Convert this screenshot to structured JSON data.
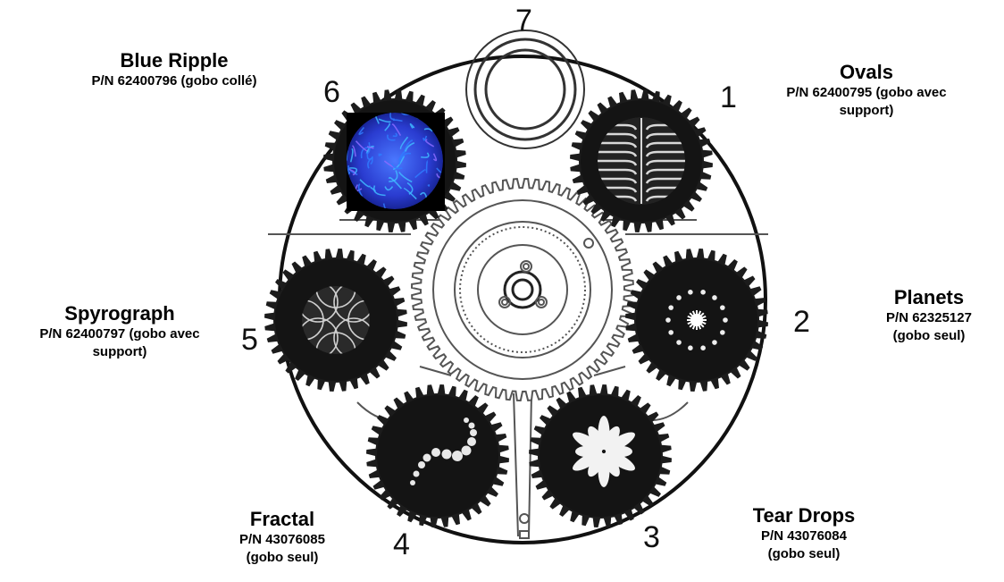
{
  "slots": [
    {
      "number": "1",
      "name": "Ovals",
      "pn": "P/N 62400795 (gobo avec",
      "pn2": "support)"
    },
    {
      "number": "2",
      "name": "Planets",
      "pn": "P/N 62325127",
      "pn2": "(gobo seul)"
    },
    {
      "number": "3",
      "name": "Tear Drops",
      "pn": "P/N 43076084",
      "pn2": "(gobo seul)"
    },
    {
      "number": "4",
      "name": "Fractal",
      "pn": "P/N 43076085",
      "pn2": "(gobo seul)"
    },
    {
      "number": "5",
      "name": "Spyrograph",
      "pn": "P/N 62400797 (gobo avec",
      "pn2": "support)"
    },
    {
      "number": "6",
      "name": "Blue Ripple",
      "pn": "P/N 62400796 (gobo collé)",
      "pn2": ""
    },
    {
      "number": "7",
      "name": "",
      "pn": "",
      "pn2": ""
    }
  ],
  "colors": {
    "gear": "#1c1c1c",
    "line": "#555555",
    "ripple_base": "#1a2a9e",
    "ripple_accent": "#3fb8ff"
  }
}
